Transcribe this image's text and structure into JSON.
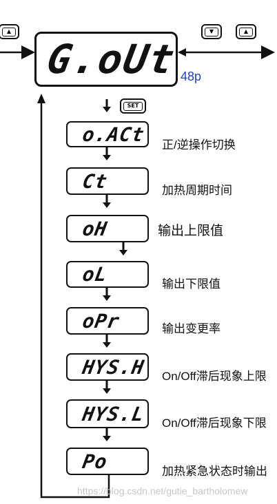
{
  "keys": {
    "up_glyph": "▲",
    "down_glyph": "▼",
    "set_label": "SET"
  },
  "main_display": {
    "code": "G.oUt",
    "badge": "48p"
  },
  "menu": [
    {
      "code": "o.ACt",
      "label": "正/逆操作切换"
    },
    {
      "code": "Ct",
      "label": "加热周期时间"
    },
    {
      "code": "oH",
      "label": "输出上限值"
    },
    {
      "code": "oL",
      "label": "输出下限值"
    },
    {
      "code": "oPr",
      "label": "输出变更率"
    },
    {
      "code": "HYS.H",
      "label": "On/Off滞后现象上限"
    },
    {
      "code": "HYS.L",
      "label": "On/Off滞后现象下限"
    },
    {
      "code": "Po",
      "label": "加热紧急状态时输出"
    }
  ],
  "watermark": "https://blog.csdn.net/gutie_bartholomew",
  "colors": {
    "badge": "#1f3fd6",
    "line": "#111111"
  }
}
